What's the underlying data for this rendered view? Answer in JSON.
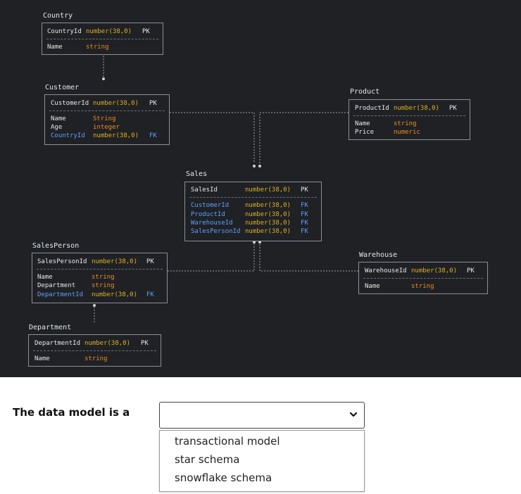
{
  "diagram": {
    "tables": {
      "country": {
        "title": "Country",
        "pk": {
          "name": "CountryId",
          "type": "number(38,0)",
          "key": "PK"
        },
        "cols": [
          {
            "name": "Name",
            "type": "string",
            "key": ""
          }
        ]
      },
      "customer": {
        "title": "Customer",
        "pk": {
          "name": "CustomerId",
          "type": "number(38,0)",
          "key": "PK"
        },
        "cols": [
          {
            "name": "Name",
            "type": "String",
            "key": ""
          },
          {
            "name": "Age",
            "type": "integer",
            "key": ""
          },
          {
            "name": "CountryId",
            "type": "number(38,0)",
            "key": "FK"
          }
        ]
      },
      "product": {
        "title": "Product",
        "pk": {
          "name": "ProductId",
          "type": "number(38,0)",
          "key": "PK"
        },
        "cols": [
          {
            "name": "Name",
            "type": "string",
            "key": ""
          },
          {
            "name": "Price",
            "type": "numeric",
            "key": ""
          }
        ]
      },
      "sales": {
        "title": "Sales",
        "pk": {
          "name": "SalesId",
          "type": "number(38,0)",
          "key": "PK"
        },
        "cols": [
          {
            "name": "CustomerId",
            "type": "number(38,0)",
            "key": "FK"
          },
          {
            "name": "ProductId",
            "type": "number(38,0)",
            "key": "FK"
          },
          {
            "name": "WarehouseId",
            "type": "number(38,0)",
            "key": "FK"
          },
          {
            "name": "SalesPersonId",
            "type": "number(38,0)",
            "key": "FK"
          }
        ]
      },
      "salesperson": {
        "title": "SalesPerson",
        "pk": {
          "name": "SalesPersonId",
          "type": "number(38,0)",
          "key": "PK"
        },
        "cols": [
          {
            "name": "Name",
            "type": "string",
            "key": ""
          },
          {
            "name": "Department",
            "type": "string",
            "key": ""
          },
          {
            "name": "DepartmentId",
            "type": "number(38,0)",
            "key": "FK"
          }
        ]
      },
      "warehouse": {
        "title": "Warehouse",
        "pk": {
          "name": "WarehouseId",
          "type": "number(38,0)",
          "key": "PK"
        },
        "cols": [
          {
            "name": "Name",
            "type": "string",
            "key": ""
          }
        ]
      },
      "department": {
        "title": "Department",
        "pk": {
          "name": "DepartmentId",
          "type": "number(38,0)",
          "key": "PK"
        },
        "cols": [
          {
            "name": "Name",
            "type": "string",
            "key": ""
          }
        ]
      }
    }
  },
  "question": {
    "prompt": "The data model is a",
    "selected": "",
    "options": [
      "transactional model",
      "star schema",
      "snowflake schema"
    ]
  },
  "colors": {
    "background": "#1f2125",
    "fk": "#5aa0ff",
    "type_number": "#e0b020",
    "type_string": "#f08a20"
  }
}
